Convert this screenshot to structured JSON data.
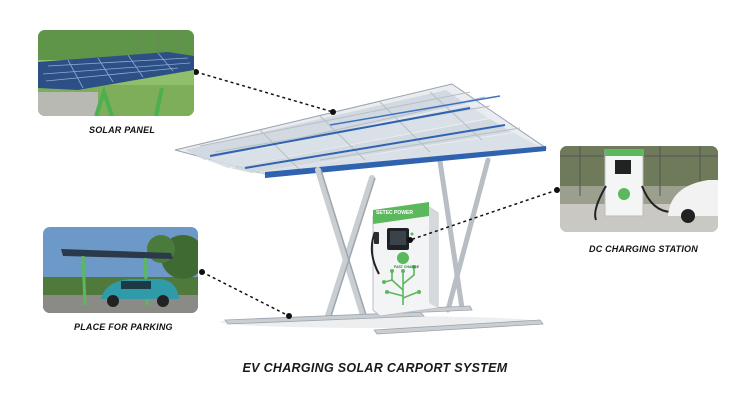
{
  "title": "EV CHARGING SOLAR CARPORT SYSTEM",
  "callouts": {
    "solar_panel": "SOLAR PANEL",
    "parking": "PLACE FOR PARKING",
    "dc_station": "DC CHARGING STATION"
  },
  "charger": {
    "brand": "SETEC POWER",
    "badge": "FAST CHARGE"
  },
  "colors": {
    "frame_blue": "#2f63b0",
    "steel": "#c9ced3",
    "charger_green": "#5cb85c",
    "leader_line": "#111111"
  }
}
